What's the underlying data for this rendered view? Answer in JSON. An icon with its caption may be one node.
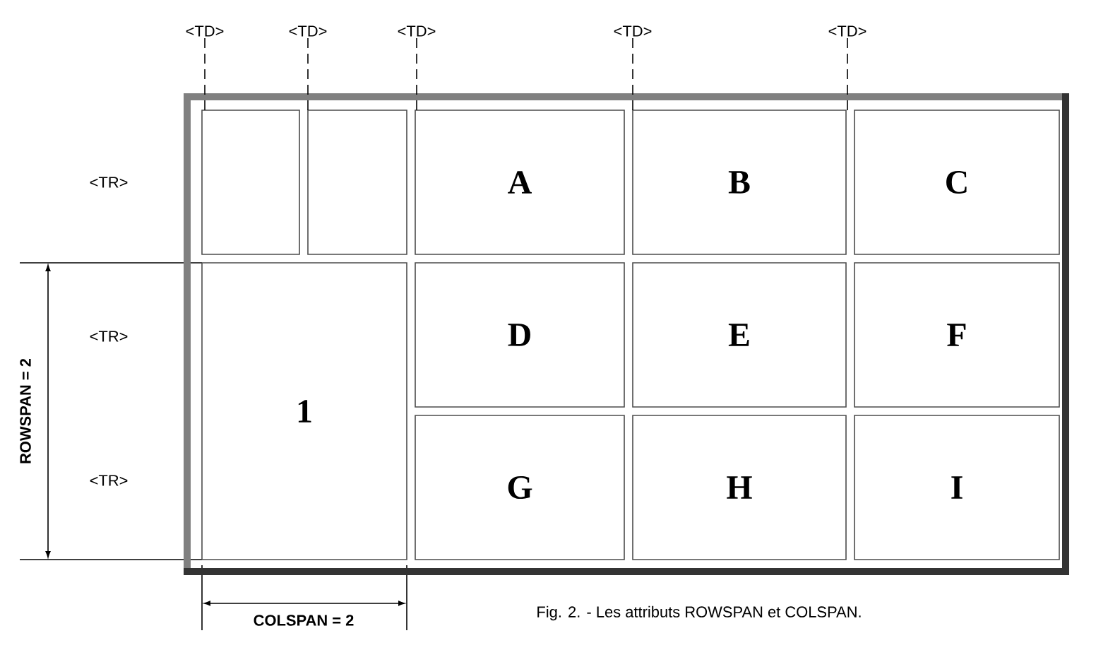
{
  "diagram": {
    "caption": "Fig. 2. - Les attributs ROWSPAN et COLSPAN.",
    "nodes": [
      {
        "text": [],
        "shape": "box"
      },
      {
        "text": [],
        "shape": "box",
        "in": 0
      },
      {
        "text": [],
        "shape": "box",
        "in": 0
      },
      {
        "text": [
          "A"
        ],
        "in": 0
      },
      {
        "text": [
          "B"
        ],
        "in": 0
      },
      {
        "text": [
          "C"
        ],
        "in": 0
      },
      {
        "text": [
          "1"
        ],
        "in": 0
      },
      {
        "text": [
          "D"
        ],
        "in": 0
      },
      {
        "text": [
          "E"
        ],
        "in": 0
      },
      {
        "text": [
          "F"
        ],
        "in": 0
      },
      {
        "text": [
          "G"
        ],
        "in": 0
      },
      {
        "text": [
          "H"
        ],
        "in": 0
      },
      {
        "text": [
          "I"
        ],
        "in": 0
      },
      {
        "text": [
          "<TD>"
        ]
      },
      {
        "text": [
          "<TD>"
        ]
      },
      {
        "text": [
          "<TD>"
        ]
      },
      {
        "text": [
          "<TD>"
        ]
      },
      {
        "text": [
          "<TD>"
        ]
      }
    ],
    "edges": [
      {
        "from": 13,
        "to": 1,
        "arrow": "none",
        "style": "dashed"
      },
      {
        "from": 14,
        "to": 2,
        "arrow": "none",
        "style": "dashed"
      },
      {
        "from": 15,
        "to": 3,
        "arrow": "none",
        "style": "dashed"
      },
      {
        "from": 16,
        "to": 4,
        "arrow": "none",
        "style": "dashed"
      },
      {
        "from": 17,
        "to": 5,
        "arrow": "none",
        "style": "dashed"
      }
    ],
    "labels": [
      "<TR>",
      "<TR>",
      "<TR>",
      "ROWSPAN = 2",
      "COLSPAN = 2"
    ]
  }
}
